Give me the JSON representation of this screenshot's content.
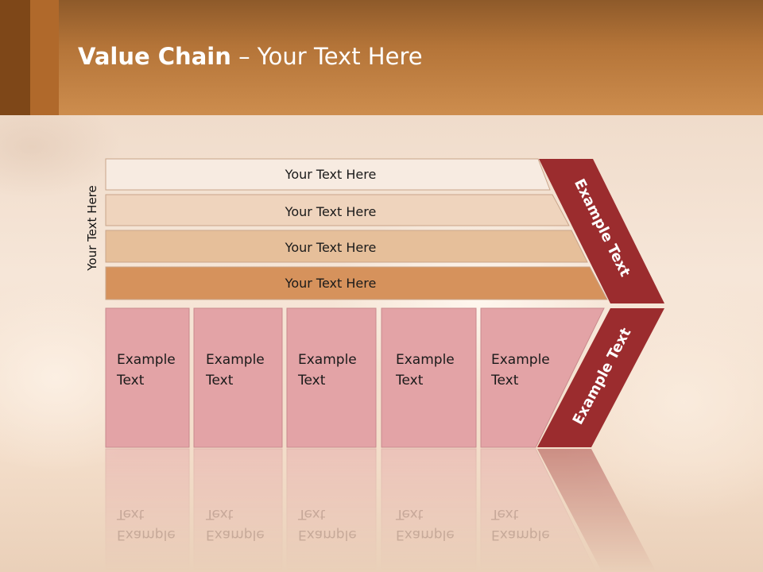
{
  "slide": {
    "title_bold": "Value Chain",
    "title_rest": " – Your Text Here",
    "side_label": "Your Text Here"
  },
  "bands": [
    {
      "label": "Your Text Here",
      "color": "#f7ebe1"
    },
    {
      "label": "Your Text Here",
      "color": "#efd4bd"
    },
    {
      "label": "Your Text Here",
      "color": "#e6bf9a"
    },
    {
      "label": "Your Text Here",
      "color": "#d6925c"
    }
  ],
  "columns": [
    {
      "line1": "Example",
      "line2": "Text"
    },
    {
      "line1": "Example",
      "line2": "Text"
    },
    {
      "line1": "Example",
      "line2": "Text"
    },
    {
      "line1": "Example",
      "line2": "Text"
    },
    {
      "line1": "Example",
      "line2": "Text"
    }
  ],
  "arrow": {
    "upper_label": "Example Text",
    "lower_label": "Example Text",
    "color": "#9b2c2e"
  },
  "colors": {
    "column_fill": "#e3a3a6",
    "header_dark": "#7e4718",
    "header_mid": "#b0692b"
  }
}
